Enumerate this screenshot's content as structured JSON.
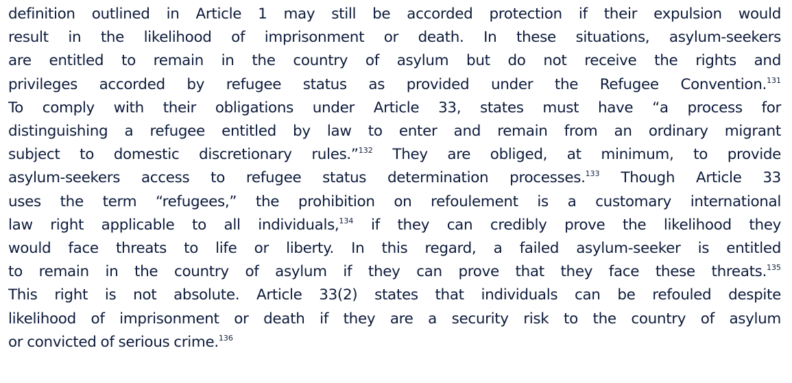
{
  "document": {
    "lines": [
      {
        "text": "definition outlined in Article 1 may still be accorded protection if their expulsion would",
        "fn": ""
      },
      {
        "text": "result in the likelihood of imprisonment or death. In these situations, asylum-seekers",
        "fn": ""
      },
      {
        "text": "are entitled to remain in the country of asylum but do not receive the rights and",
        "fn": ""
      },
      {
        "text": "privileges accorded by refugee status as provided under the Refugee Convention.",
        "fn": "131"
      },
      {
        "text": "To comply with their obligations under Article 33, states must have “a process for",
        "fn": ""
      },
      {
        "text": "distinguishing a refugee entitled by law to enter and remain from an ordinary migrant",
        "fn": ""
      },
      {
        "text": "subject to domestic discretionary rules.”",
        "fn": "132",
        "after": " They are obliged, at minimum, to provide"
      },
      {
        "text": "asylum-seekers access to refugee status determination processes.",
        "fn": "133",
        "after": " Though Article 33"
      },
      {
        "text": "uses the term “refugees,” the prohibition on refoulement is a customary international",
        "fn": ""
      },
      {
        "text": "law right applicable to all individuals,",
        "fn": "134",
        "after": " if they can credibly prove the likelihood they"
      },
      {
        "text": "would face threats to life or liberty. In this regard, a failed asylum-seeker is entitled",
        "fn": ""
      },
      {
        "text": "to remain in the country of asylum if they can prove that they face these threats.",
        "fn": "135"
      },
      {
        "text": "This right is not absolute. Article 33(2) states that individuals can be refouled despite",
        "fn": ""
      },
      {
        "text": "likelihood of imprisonment or death if they are a security risk to the country of asylum",
        "fn": ""
      },
      {
        "text": "or convicted of serious crime.",
        "fn": "136"
      }
    ]
  }
}
